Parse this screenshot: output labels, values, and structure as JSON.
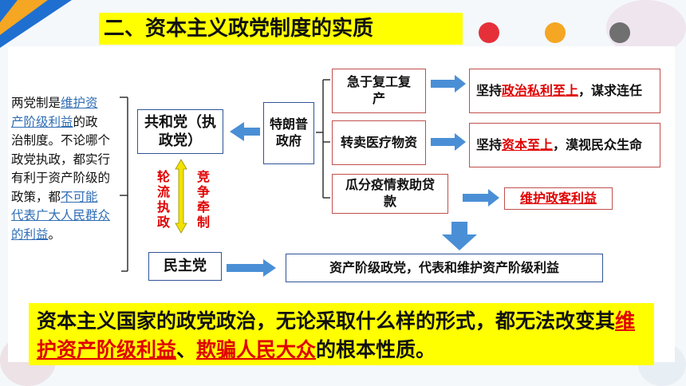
{
  "title": "二、资本主义政党制度的实质",
  "colors": {
    "dot1": "#e5303a",
    "dot2": "#f5a623",
    "dot3": "#707070",
    "accent_red": "#e00000",
    "highlight": "#ffff00",
    "arrow_blue": "#4a8fd6"
  },
  "left_text": {
    "p1": "两党制是",
    "p1_hl": "维护资产阶级利益",
    "p2": "的政治制度。不论哪个政党执政，都实行有利于资产阶级的政策，都",
    "p2_hl": "不可能代表广大人民群众的利益",
    "p3": "。"
  },
  "nodes": {
    "republican": "共和党（执政党）",
    "democrat": "民主党",
    "trump": "特朗普政府",
    "rotate": "轮流执政",
    "compete": "竞争牵制",
    "action1": "急于复工复产",
    "action2": "转卖医疗物资",
    "action3": "瓜分疫情救助贷款",
    "result1_pre": "坚持",
    "result1_hl": "政治私利至上",
    "result1_post": "，谋求连任",
    "result2_pre": "坚持",
    "result2_hl": "资本至上",
    "result2_post": "，漠视民众生命",
    "result3": "维护政客利益",
    "conclusion": "资产阶级政党，代表和维护资产阶级利益"
  },
  "bottom": {
    "t1": "资本主义国家的政党政治，无论采取什么样的形式，都无法改变其",
    "hl1": "维护资产阶级利益",
    "t2": "、",
    "hl2": "欺骗人民大众",
    "t3": "的根本性质。"
  }
}
